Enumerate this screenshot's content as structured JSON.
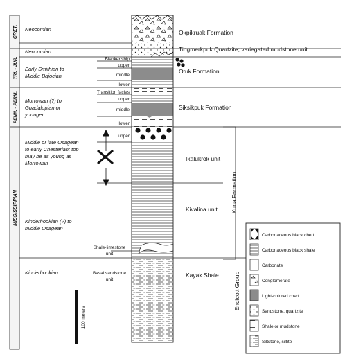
{
  "periods": [
    "CRET.",
    "TRI. - JUR.",
    "PENN. - PERM.",
    "MISSISSIPPIAN"
  ],
  "ages": [
    "Neocomian",
    "Neocomian",
    "Early Smithian to",
    "Middle Bajocian",
    "Morrowan (?) to",
    "Guadalupian or",
    "younger",
    "Middle or late Osagean",
    "to early Chesterian; top",
    "may be as young as",
    "Morrowan",
    "Kinderhookian (?) to",
    "middle Osagean",
    "Kinderhookian"
  ],
  "subunits": [
    "Blankenship",
    "upper",
    "middle",
    "lower",
    "Transition facies",
    "upper",
    "middle",
    "lower",
    "upper"
  ],
  "local_units": [
    "Shale-limestone",
    "unit",
    "Basal sandstone",
    "unit"
  ],
  "formations": [
    "Okpikruak Formation",
    "Tingmerkpuk Quartzite; variegated mudstone unit",
    "Otuk Formation",
    "Siksikpuk Formation",
    "Ikalukrok unit",
    "Kivalina unit",
    "Kayak Shale"
  ],
  "groups": [
    "Kuna Formation",
    "Endicott Group"
  ],
  "scale_bar": "100 meters",
  "legend": [
    "Carbonaceous black chert",
    "Carbonaceous black shale",
    "Carbonate",
    "Conglomerate",
    "Light-colored chert",
    "Sandstone, quartzite",
    "Shale or mudstone",
    "Siltstone, siltite"
  ],
  "colors": {
    "chert_gray": "#8c8c8c",
    "ink": "#111111"
  }
}
